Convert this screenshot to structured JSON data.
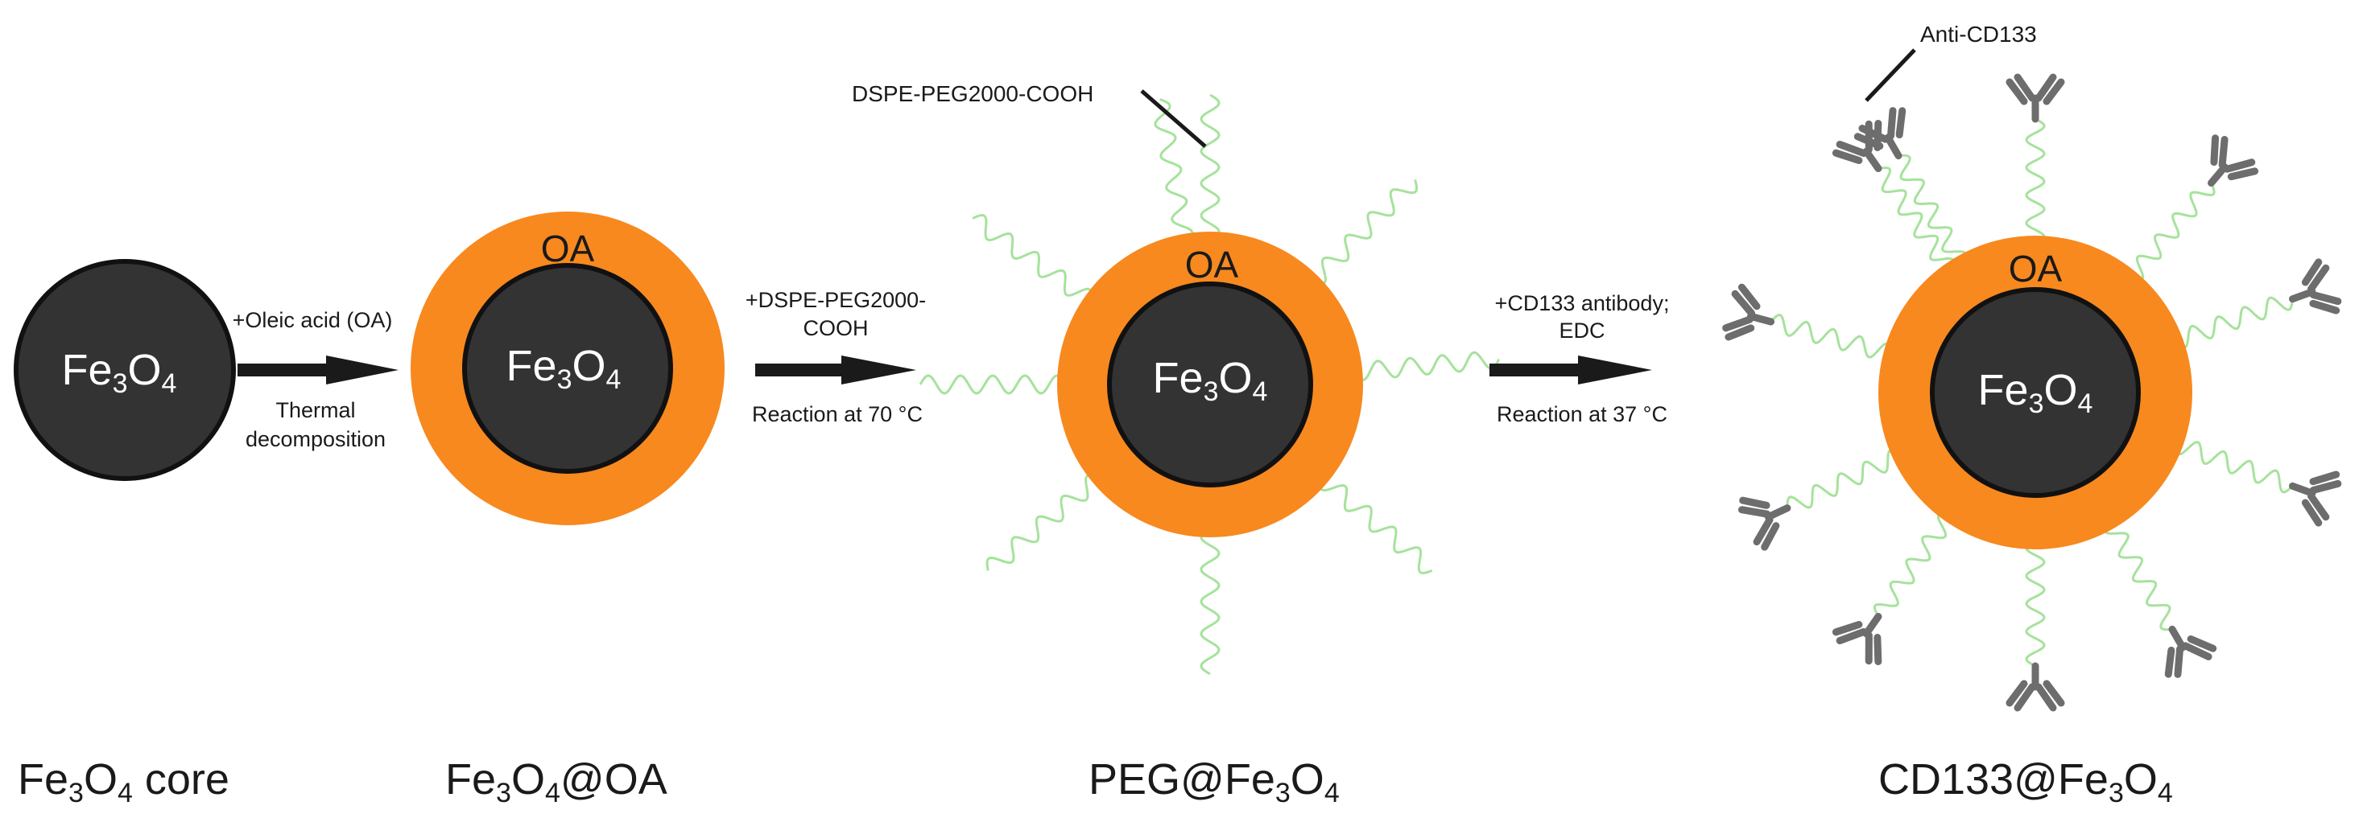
{
  "colors": {
    "core_fill": "#333333",
    "core_stroke": "#111111",
    "oa_shell": "#f7891f",
    "peg_chain": "#a6e29c",
    "antibody": "#6d6d6d",
    "arrow": "#1a1a1a",
    "text": "#1a1a1a",
    "core_text": "#ffffff"
  },
  "core_label": {
    "element": "Fe",
    "sub": "3",
    "mid": "O",
    "sub2": "4"
  },
  "shell_label": "OA",
  "steps": [
    {
      "top_lines": [
        "+Oleic acid (OA)"
      ],
      "bottom_lines": [
        "Thermal",
        "decomposition"
      ]
    },
    {
      "top_lines": [
        "+DSPE-PEG2000-",
        "COOH"
      ],
      "bottom_lines": [
        "Reaction at 70 °C"
      ]
    },
    {
      "top_lines": [
        "+CD133 antibody;",
        "EDC"
      ],
      "bottom_lines": [
        "Reaction at 37 °C"
      ]
    }
  ],
  "annotations": {
    "peg": "DSPE-PEG2000-COOH",
    "antibody": "Anti-CD133"
  },
  "stage_labels": {
    "core": {
      "pre": "Fe",
      "s1": "3",
      "mid": "O",
      "s2": "4",
      "post": " core"
    },
    "oa": {
      "pre": "Fe",
      "s1": "3",
      "mid": "O",
      "s2": "4",
      "post": "@OA"
    },
    "peg": {
      "pre": "PEG@Fe",
      "s1": "3",
      "mid": "O",
      "s2": "4",
      "post": ""
    },
    "cd133": {
      "pre": "CD133@Fe",
      "s1": "3",
      "mid": "O",
      "s2": "4",
      "post": ""
    }
  }
}
